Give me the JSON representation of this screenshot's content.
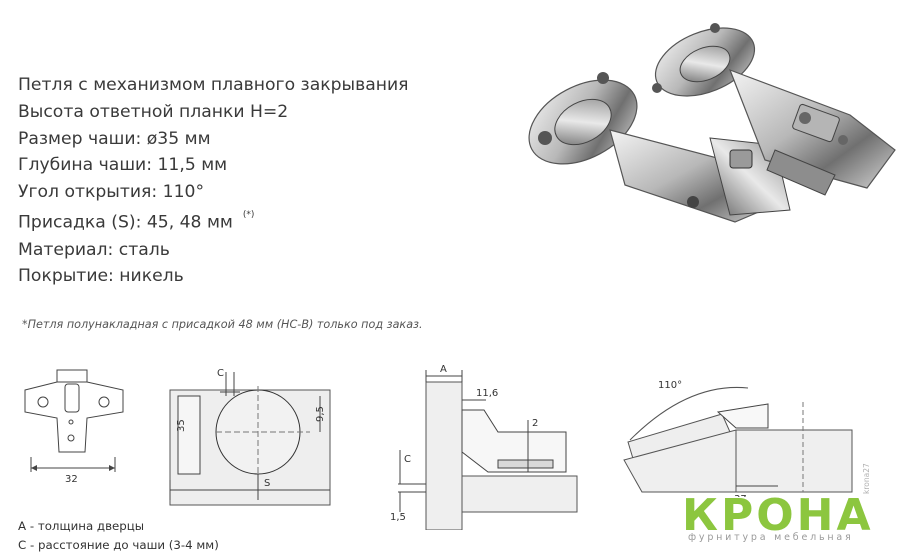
{
  "specs": [
    "Петля с механизмом плавного закрывания",
    "Высота ответной планки H=2",
    "Размер чаши: ø35 мм",
    "Глубина чаши: 11,5 мм",
    "Угол открытия: 110°",
    "Присадка (S): 45, 48 мм",
    "Материал: сталь",
    "Покрытие: никель"
  ],
  "spec_mark": "(*)",
  "footnote": "*Петля полунакладная с присадкой 48 мм (НС-В) только под заказ.",
  "legend": {
    "a": "А - толщина дверцы",
    "c": "С - расстояние до чаши (3-4 мм)"
  },
  "drawings": {
    "plate_width": "32",
    "cup_c": "C",
    "cup_35": "35",
    "cup_95": "9,5",
    "cup_s": "S",
    "side_a": "A",
    "side_116": "11,6",
    "side_2": "2",
    "side_c": "C",
    "side_15": "1,5",
    "angle": "110°",
    "angle_37": "37"
  },
  "logo": {
    "text": "КРОНА",
    "subtitle": "фурнитура мебельная",
    "vertical": "krona27"
  },
  "colors": {
    "logo_green": "#8cc63f",
    "logo_gray": "#8a8a8a"
  }
}
